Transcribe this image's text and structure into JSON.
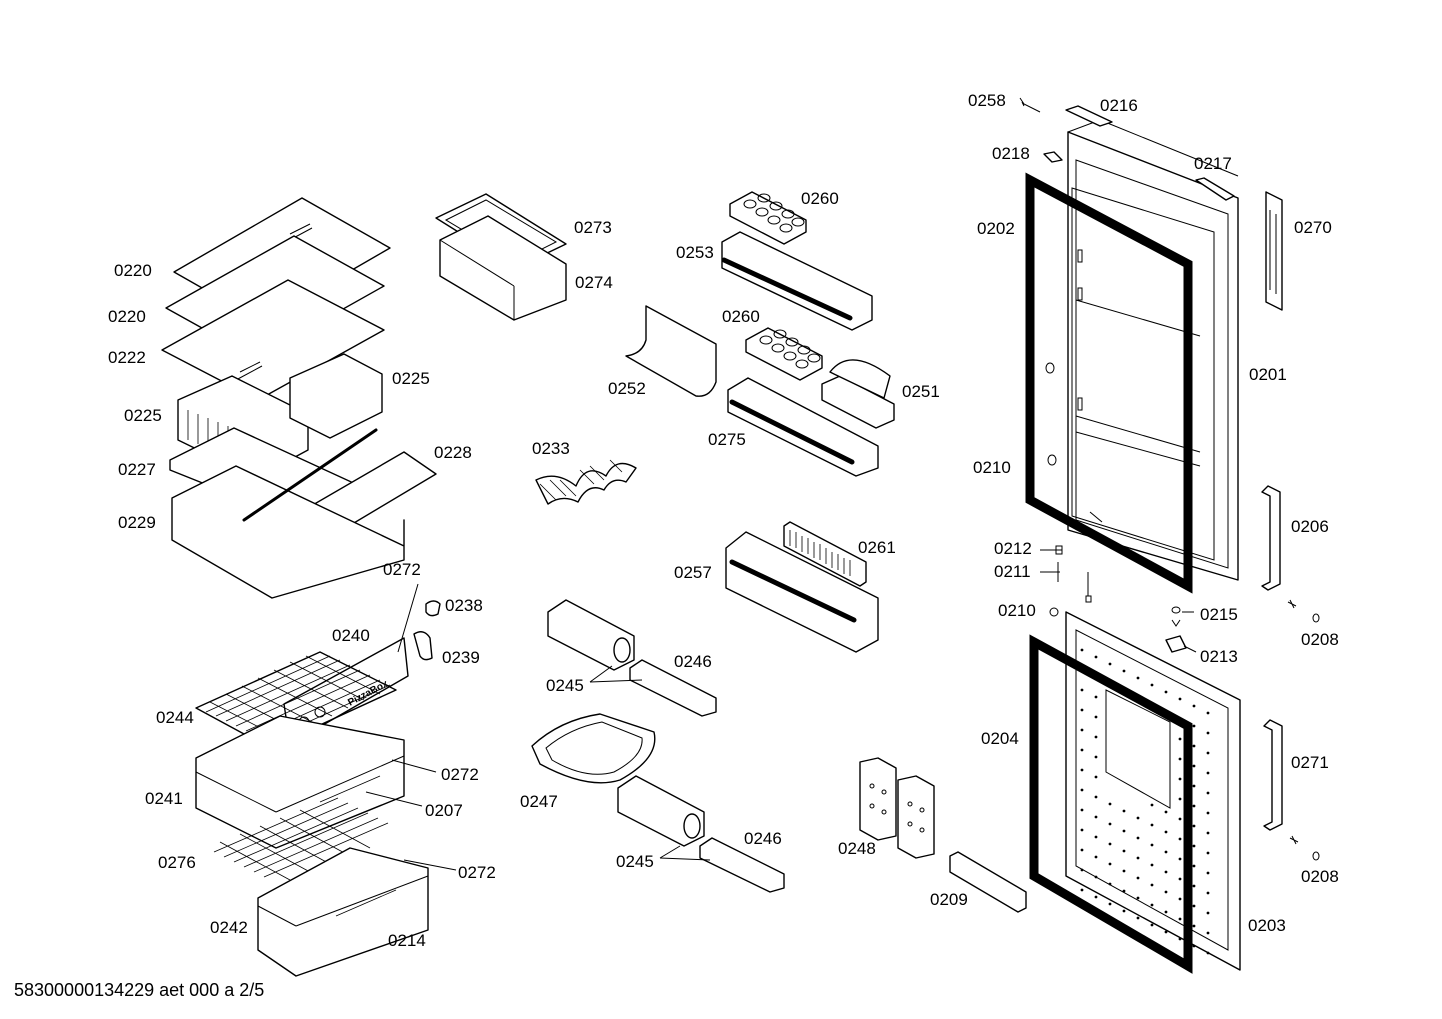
{
  "footer": {
    "code": "58300000134229 aet 000 a 2/5"
  },
  "labels": {
    "l0258": "0258",
    "l0216": "0216",
    "l0218": "0218",
    "l0217": "0217",
    "l0202": "0202",
    "l0270": "0270",
    "l0201": "0201",
    "l0210a": "0210",
    "l0206": "0206",
    "l0212": "0212",
    "l0211": "0211",
    "l0210b": "0210",
    "l0215": "0215",
    "l0208a": "0208",
    "l0213": "0213",
    "l0204": "0204",
    "l0271": "0271",
    "l0208b": "0208",
    "l0203": "0203",
    "l0209": "0209",
    "l0248": "0248",
    "l0260a": "0260",
    "l0253": "0253",
    "l0260b": "0260",
    "l0252": "0252",
    "l0251": "0251",
    "l0275": "0275",
    "l0233": "0233",
    "l0261": "0261",
    "l0257": "0257",
    "l0246a": "0246",
    "l0245a": "0245",
    "l0247": "0247",
    "l0246b": "0246",
    "l0245b": "0245",
    "l0273": "0273",
    "l0274": "0274",
    "l0220a": "0220",
    "l0220b": "0220",
    "l0222": "0222",
    "l0225a": "0225",
    "l0225b": "0225",
    "l0227": "0227",
    "l0228": "0228",
    "l0229": "0229",
    "l0272a": "0272",
    "l0238": "0238",
    "l0240": "0240",
    "l0239": "0239",
    "l0244": "0244",
    "l0272b": "0272",
    "l0241": "0241",
    "l0207": "0207",
    "l0276": "0276",
    "l0272c": "0272",
    "l0242": "0242",
    "l0214": "0214"
  },
  "pizza_box_text": "PizzaBox"
}
